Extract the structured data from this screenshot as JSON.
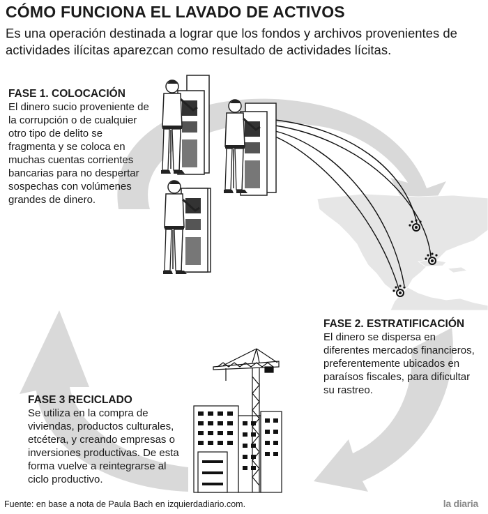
{
  "header": {
    "title": "CÓMO FUNCIONA EL LAVADO DE ACTIVOS",
    "subtitle": "Es una operación destinada a lograr que los fondos y archivos provenientes de actividades ilícitas aparezcan como resultado de actividades lícitas."
  },
  "phases": [
    {
      "title": "FASE 1. COLOCACIÓN",
      "text": "El dinero sucio proveniente de la corrupción o de cualquier otro tipo de delito se fragmenta y se coloca en muchas cuentas corrientes bancarias para no despertar sospechas con volúmenes grandes de dinero."
    },
    {
      "title": "FASE 2. ESTRATIFICACIÓN",
      "text": "El dinero se dispersa en diferentes mercados financieros, preferentemente ubicados en paraísos fiscales, para dificultar su rastreo."
    },
    {
      "title": "FASE 3 RECICLADO",
      "text": "Se utiliza en la compra de viviendas, productos culturales, etcétera, y creando empresas o inversiones productivas. De esta forma vuelve a reintegrarse al ciclo productivo."
    }
  ],
  "footer": {
    "source": "Fuente: en base a nota de Paula Bach en izquierdadiario.com.",
    "brand": "la diaria"
  },
  "colors": {
    "arrow": "#d9d9d9",
    "map_land": "#e6e6e6",
    "ink": "#1a1a1a"
  },
  "icons": [
    "atm-user-illustration",
    "money-route-line",
    "fiscal-haven-marker",
    "building-crane-illustration",
    "cycle-arrow"
  ]
}
